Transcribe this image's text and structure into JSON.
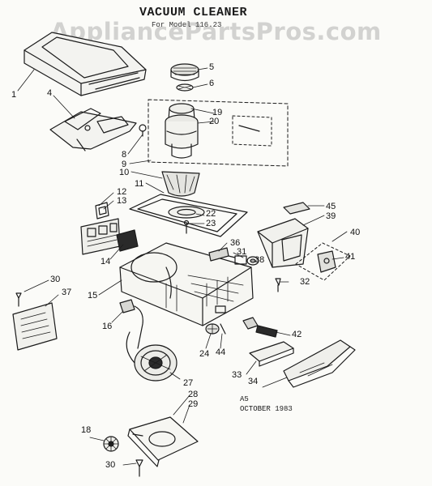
{
  "watermark": "AppliancePartsPros.com",
  "title": "VACUUM CLEANER",
  "subtitle": "For Model 116.23",
  "footnote": {
    "code": "A5",
    "date": "OCTOBER 1983"
  },
  "part_labels": {
    "p1": "1",
    "p4": "4",
    "p5": "5",
    "p6": "6",
    "p8": "8",
    "p9": "9",
    "p10": "10",
    "p11": "11",
    "p12": "12",
    "p13": "13",
    "p14": "14",
    "p15": "15",
    "p16": "16",
    "p18": "18",
    "p19": "19",
    "p20": "20",
    "p22": "22",
    "p23": "23",
    "p24": "24",
    "p27": "27",
    "p28": "28",
    "p29": "29",
    "p30a": "30",
    "p30b": "30",
    "p31": "31",
    "p32": "32",
    "p33": "33",
    "p34": "34",
    "p36": "36",
    "p37": "37",
    "p38": "38",
    "p39": "39",
    "p40": "40",
    "p41": "41",
    "p42": "42",
    "p44": "44",
    "p45": "45"
  }
}
